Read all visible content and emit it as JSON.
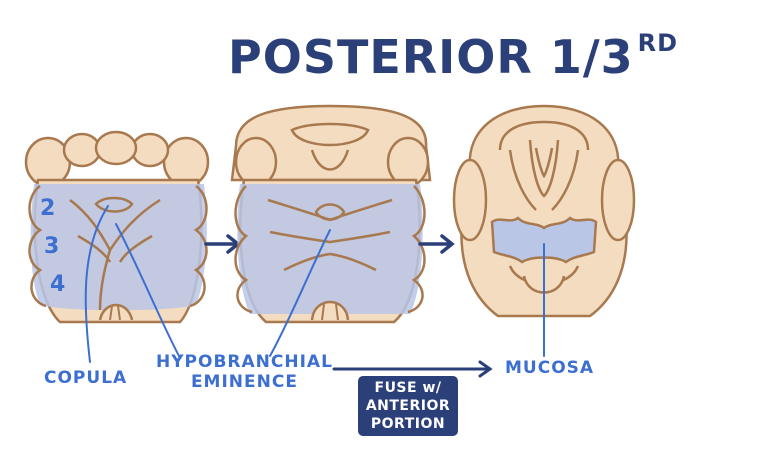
{
  "title": {
    "main": "POSTERIOR 1/3",
    "superscript": "RD"
  },
  "arch_numbers": [
    "2",
    "3",
    "4"
  ],
  "labels": {
    "copula": "COPULA",
    "hypobranchial_line1": "HYPOBRANCHIAL",
    "hypobranchial_line2": "EMINENCE",
    "mucosa": "MUCOSA"
  },
  "box": {
    "line1": "FUSE w/",
    "line2": "ANTERIOR",
    "line3": "PORTION"
  },
  "colors": {
    "title": "#2b3f78",
    "label": "#3c6fd0",
    "tissue": "#f4dcc0",
    "outline": "#a8794f",
    "highlight": "#b9c6e6",
    "box": "#2b3f78"
  }
}
